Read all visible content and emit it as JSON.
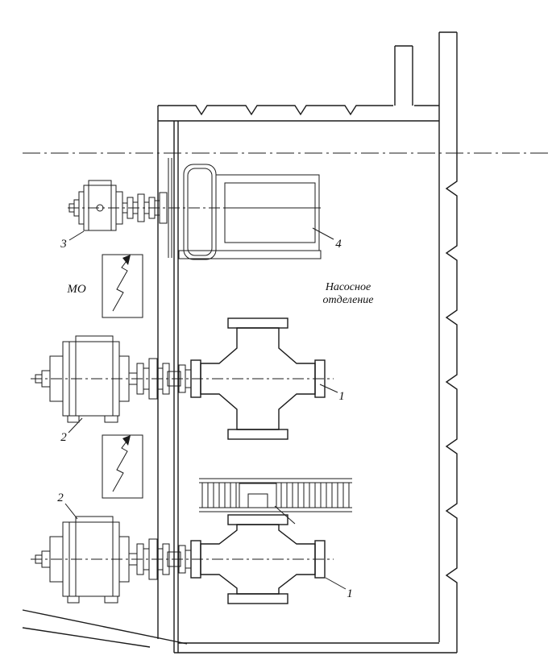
{
  "drawing": {
    "room_labels": {
      "machine_room": "МО",
      "pump_room_line1": "Насосное",
      "pump_room_line2": "отделение"
    },
    "callouts": {
      "pump_upper": "1",
      "pump_lower": "1",
      "motor_middle": "2",
      "motor_lower": "2",
      "motor_upper": "3",
      "unit_4": "4"
    },
    "colors": {
      "line": "#1b1b1b",
      "background": "#ffffff"
    }
  }
}
